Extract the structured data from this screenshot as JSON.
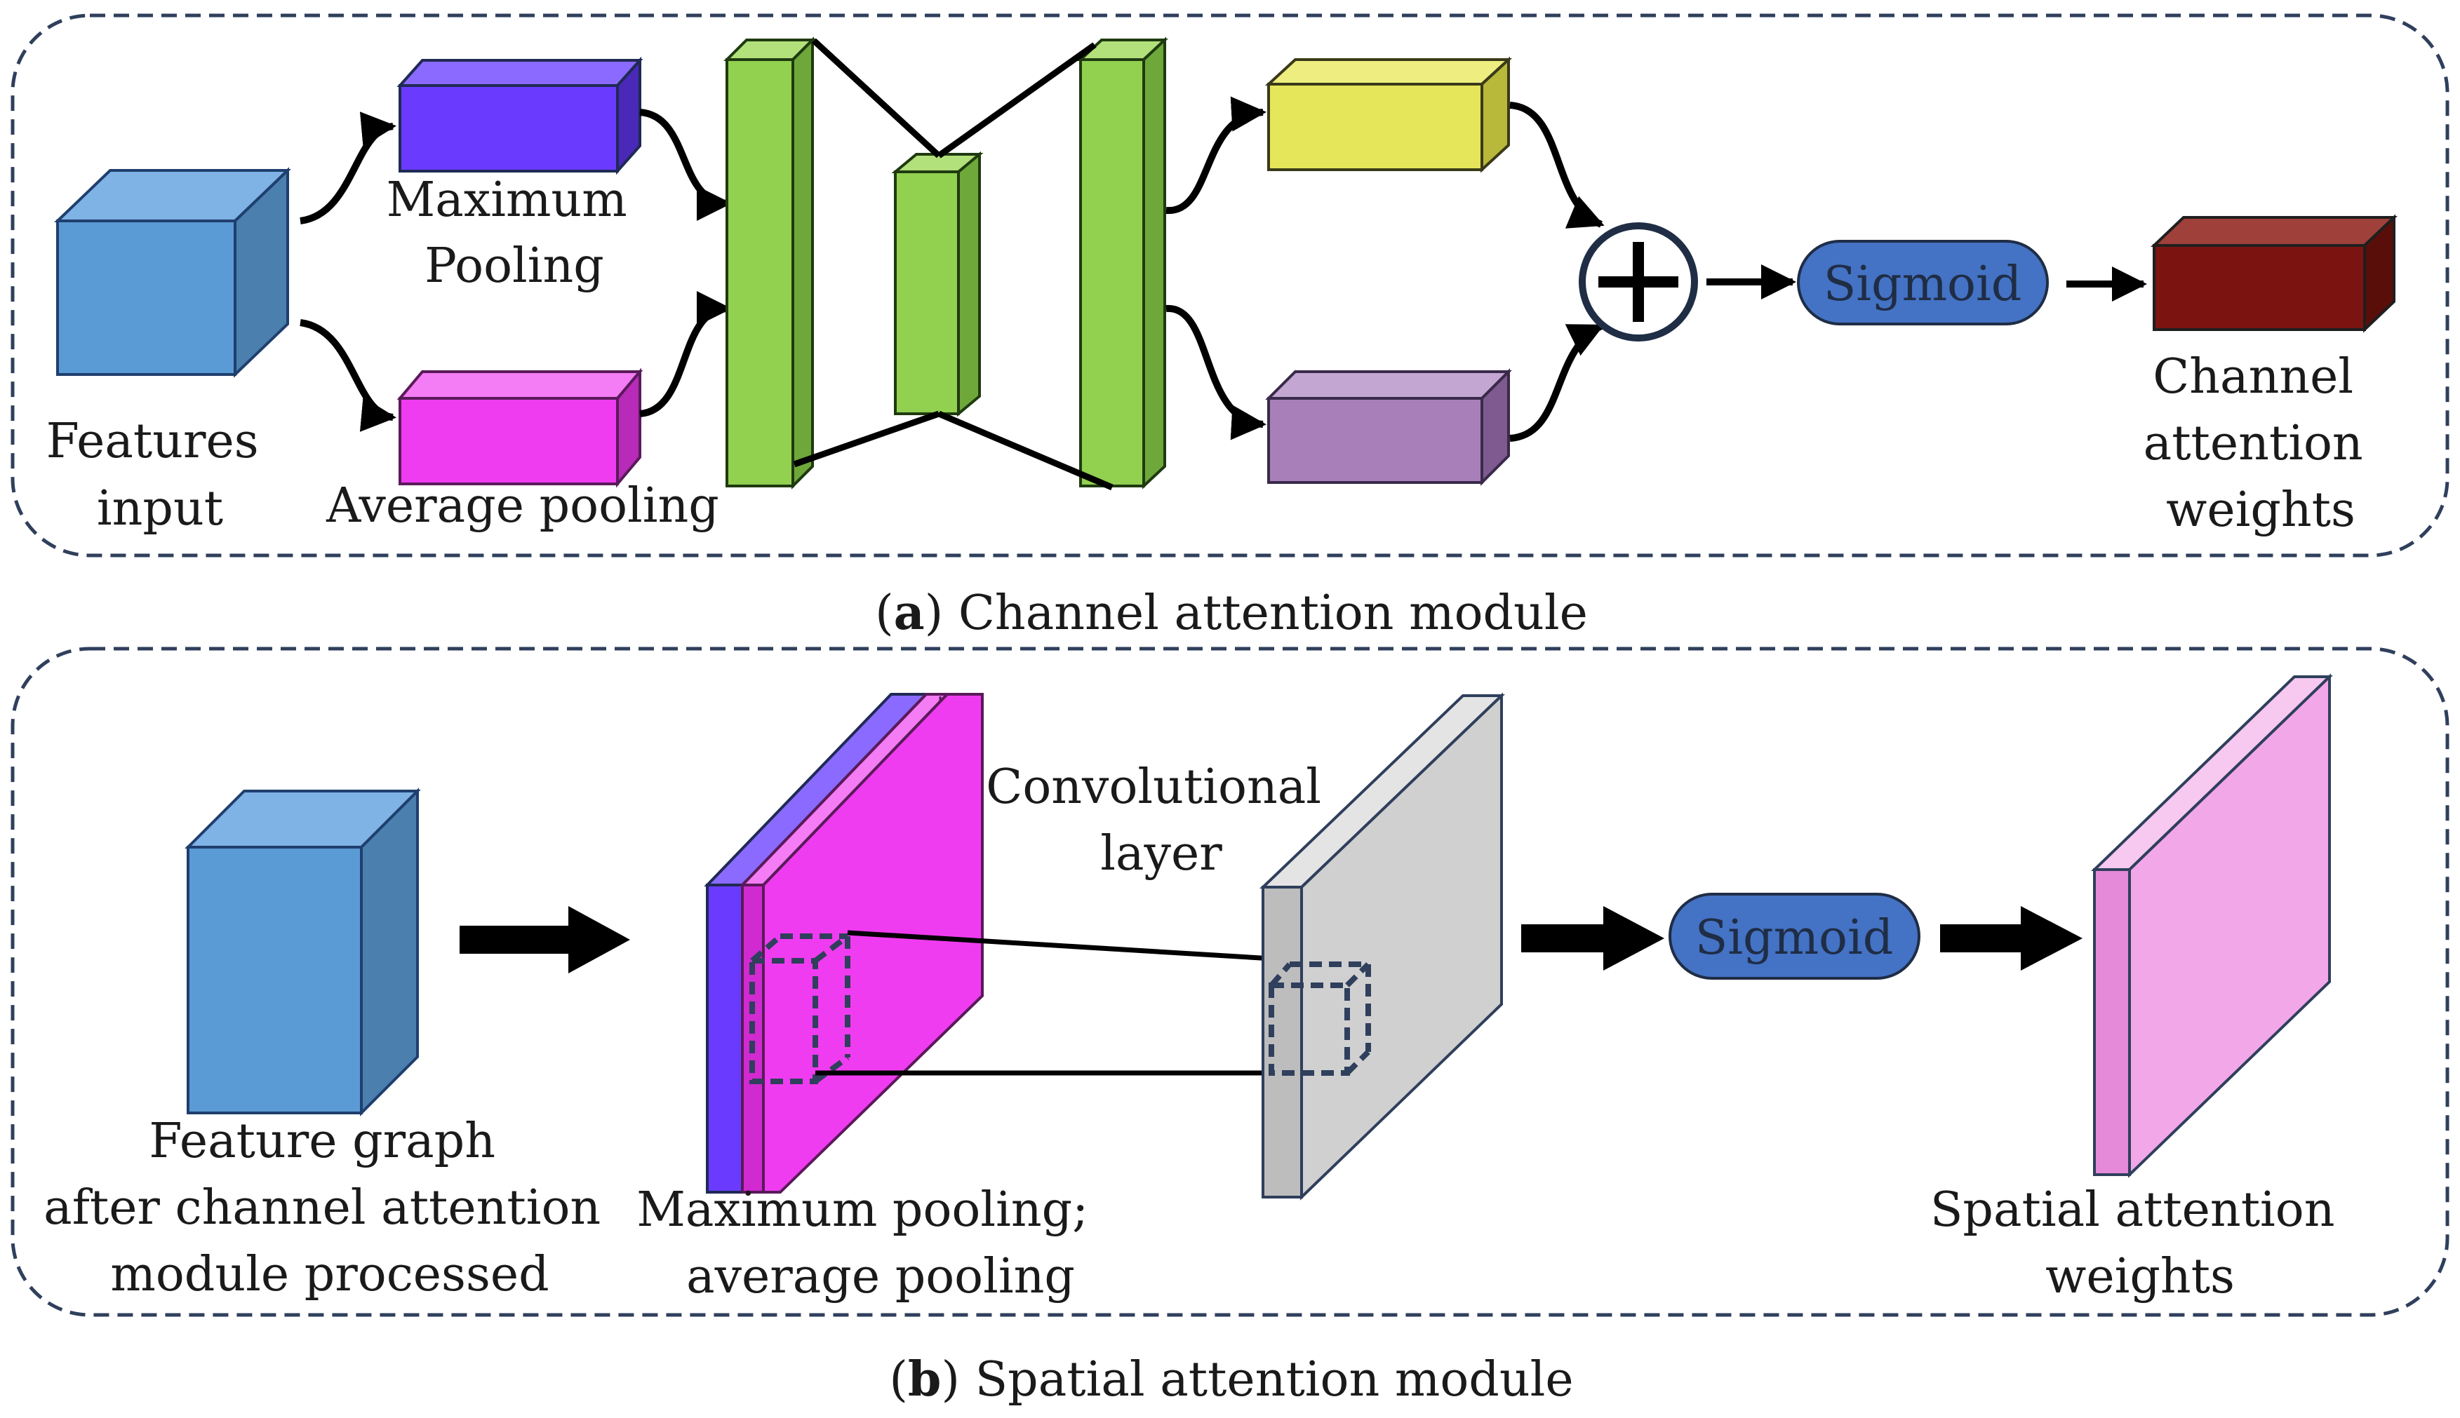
{
  "panel_a": {
    "caption_letter": "a",
    "caption_text": " Channel attention module",
    "features_input_label": [
      "Features",
      "input"
    ],
    "max_pooling_label": [
      "Maximum",
      "Pooling"
    ],
    "avg_pooling_label": "Average pooling",
    "sigmoid_label": "Sigmoid",
    "output_label": [
      "Channel",
      "attention",
      "weights"
    ]
  },
  "panel_b": {
    "caption_letter": "b",
    "caption_text": " Spatial attention module",
    "feature_graph_label": [
      "Feature  graph",
      "after channel attention",
      "module processed"
    ],
    "pooling_label": [
      "Maximum  pooling;",
      "average pooling"
    ],
    "conv_label": [
      "Convolutional",
      "layer"
    ],
    "sigmoid_label": "Sigmoid",
    "output_label": [
      "Spatial attention",
      "weights"
    ]
  },
  "colors": {
    "input_cube": "#5b9bd5",
    "max_pool_block": "#6a3bff",
    "avg_pool_block": "#f03cf0",
    "mlp_layer": "#92d050",
    "mlp_out_top": "#e6e65a",
    "mlp_out_bottom": "#a87fb8",
    "channel_weights": "#7b1410",
    "sigmoid_pill": "#4472c4",
    "conv_plate": "#d0d0d0",
    "spatial_weights": "#f2a7e8",
    "panel_border": "#2f3f5c"
  }
}
